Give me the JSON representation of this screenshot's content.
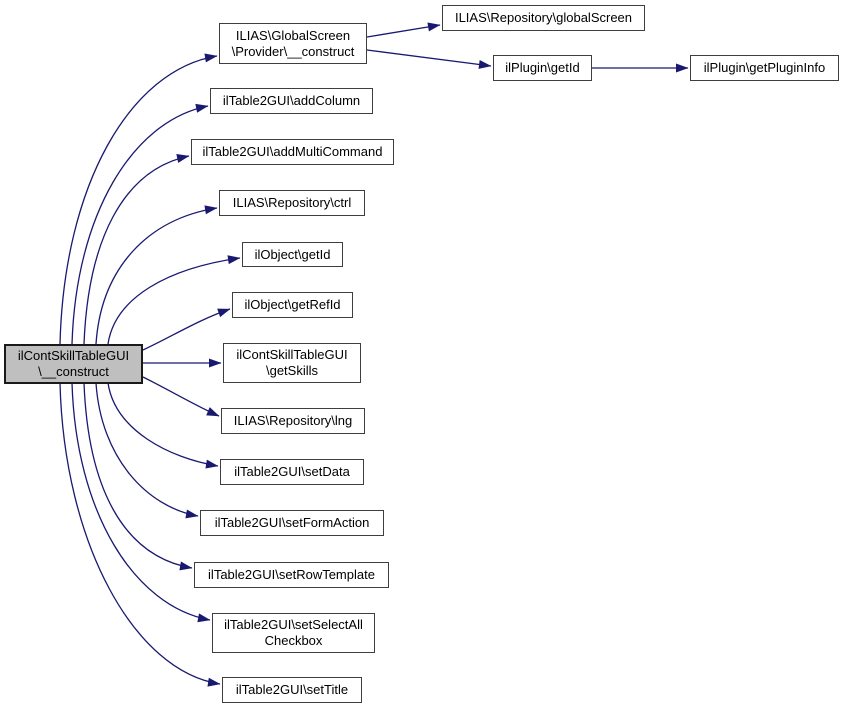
{
  "diagram": {
    "type": "call-graph",
    "colors": {
      "edge": "#191970",
      "node_border": "#3e3e3e",
      "highlight_fill": "#bfbfbf",
      "node_fill": "#ffffff",
      "text": "#000000",
      "bg": "#ffffff"
    },
    "nodes": [
      {
        "id": "ilContSkillTableGUI::__construct",
        "lines": [
          "ilContSkillTableGUI",
          "\\__construct"
        ],
        "highlighted": true
      },
      {
        "id": "ILIAS::GlobalScreen::Provider::__construct",
        "lines": [
          "ILIAS\\GlobalScreen",
          "\\Provider\\__construct"
        ],
        "highlighted": false
      },
      {
        "id": "ilTable2GUI::addColumn",
        "lines": [
          "ilTable2GUI\\addColumn"
        ],
        "highlighted": false
      },
      {
        "id": "ilTable2GUI::addMultiCommand",
        "lines": [
          "ilTable2GUI\\addMultiCommand"
        ],
        "highlighted": false
      },
      {
        "id": "ILIAS::Repository::ctrl",
        "lines": [
          "ILIAS\\Repository\\ctrl"
        ],
        "highlighted": false
      },
      {
        "id": "ilObject::getId",
        "lines": [
          "ilObject\\getId"
        ],
        "highlighted": false
      },
      {
        "id": "ilObject::getRefId",
        "lines": [
          "ilObject\\getRefId"
        ],
        "highlighted": false
      },
      {
        "id": "ilContSkillTableGUI::getSkills",
        "lines": [
          "ilContSkillTableGUI",
          "\\getSkills"
        ],
        "highlighted": false
      },
      {
        "id": "ILIAS::Repository::lng",
        "lines": [
          "ILIAS\\Repository\\lng"
        ],
        "highlighted": false
      },
      {
        "id": "ilTable2GUI::setData",
        "lines": [
          "ilTable2GUI\\setData"
        ],
        "highlighted": false
      },
      {
        "id": "ilTable2GUI::setFormAction",
        "lines": [
          "ilTable2GUI\\setFormAction"
        ],
        "highlighted": false
      },
      {
        "id": "ilTable2GUI::setRowTemplate",
        "lines": [
          "ilTable2GUI\\setRowTemplate"
        ],
        "highlighted": false
      },
      {
        "id": "ilTable2GUI::setSelectAllCheckbox",
        "lines": [
          "ilTable2GUI\\setSelectAll",
          "Checkbox"
        ],
        "highlighted": false
      },
      {
        "id": "ilTable2GUI::setTitle",
        "lines": [
          "ilTable2GUI\\setTitle"
        ],
        "highlighted": false
      },
      {
        "id": "ILIAS::Repository::globalScreen",
        "lines": [
          "ILIAS\\Repository\\globalScreen"
        ],
        "highlighted": false
      },
      {
        "id": "ilPlugin::getId",
        "lines": [
          "ilPlugin\\getId"
        ],
        "highlighted": false
      },
      {
        "id": "ilPlugin::getPluginInfo",
        "lines": [
          "ilPlugin\\getPluginInfo"
        ],
        "highlighted": false
      }
    ],
    "edges": [
      {
        "from": "ilContSkillTableGUI::__construct",
        "to": "ILIAS::GlobalScreen::Provider::__construct"
      },
      {
        "from": "ilContSkillTableGUI::__construct",
        "to": "ilTable2GUI::addColumn"
      },
      {
        "from": "ilContSkillTableGUI::__construct",
        "to": "ilTable2GUI::addMultiCommand"
      },
      {
        "from": "ilContSkillTableGUI::__construct",
        "to": "ILIAS::Repository::ctrl"
      },
      {
        "from": "ilContSkillTableGUI::__construct",
        "to": "ilObject::getId"
      },
      {
        "from": "ilContSkillTableGUI::__construct",
        "to": "ilObject::getRefId"
      },
      {
        "from": "ilContSkillTableGUI::__construct",
        "to": "ilContSkillTableGUI::getSkills"
      },
      {
        "from": "ilContSkillTableGUI::__construct",
        "to": "ILIAS::Repository::lng"
      },
      {
        "from": "ilContSkillTableGUI::__construct",
        "to": "ilTable2GUI::setData"
      },
      {
        "from": "ilContSkillTableGUI::__construct",
        "to": "ilTable2GUI::setFormAction"
      },
      {
        "from": "ilContSkillTableGUI::__construct",
        "to": "ilTable2GUI::setRowTemplate"
      },
      {
        "from": "ilContSkillTableGUI::__construct",
        "to": "ilTable2GUI::setSelectAllCheckbox"
      },
      {
        "from": "ilContSkillTableGUI::__construct",
        "to": "ilTable2GUI::setTitle"
      },
      {
        "from": "ILIAS::GlobalScreen::Provider::__construct",
        "to": "ILIAS::Repository::globalScreen"
      },
      {
        "from": "ILIAS::GlobalScreen::Provider::__construct",
        "to": "ilPlugin::getId"
      },
      {
        "from": "ilPlugin::getId",
        "to": "ilPlugin::getPluginInfo"
      }
    ]
  }
}
